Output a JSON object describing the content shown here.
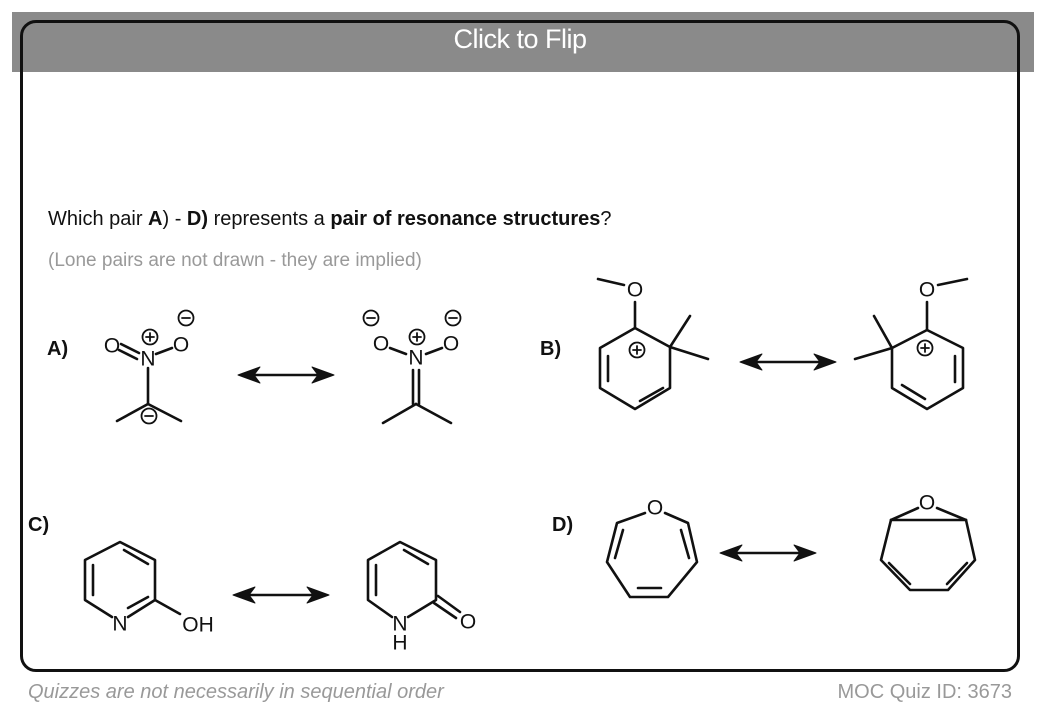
{
  "header": {
    "flip_label": "Click to Flip"
  },
  "question": {
    "prefix": "Which pair ",
    "a": "A",
    "mid1": ") - ",
    "d": "D)",
    "mid2": " represents a ",
    "emphasis": "pair of resonance structures",
    "suffix": "?"
  },
  "hint": "(Lone pairs are not drawn - they are implied)",
  "options": {
    "a": "A)",
    "b": "B)",
    "c": "C)",
    "d": "D)"
  },
  "atoms": {
    "O": "O",
    "N": "N",
    "OH": "OH",
    "H": "H"
  },
  "footer": {
    "note": "Quizzes are not necessarily in sequential order",
    "quiz_id": "MOC Quiz ID: 3673"
  }
}
